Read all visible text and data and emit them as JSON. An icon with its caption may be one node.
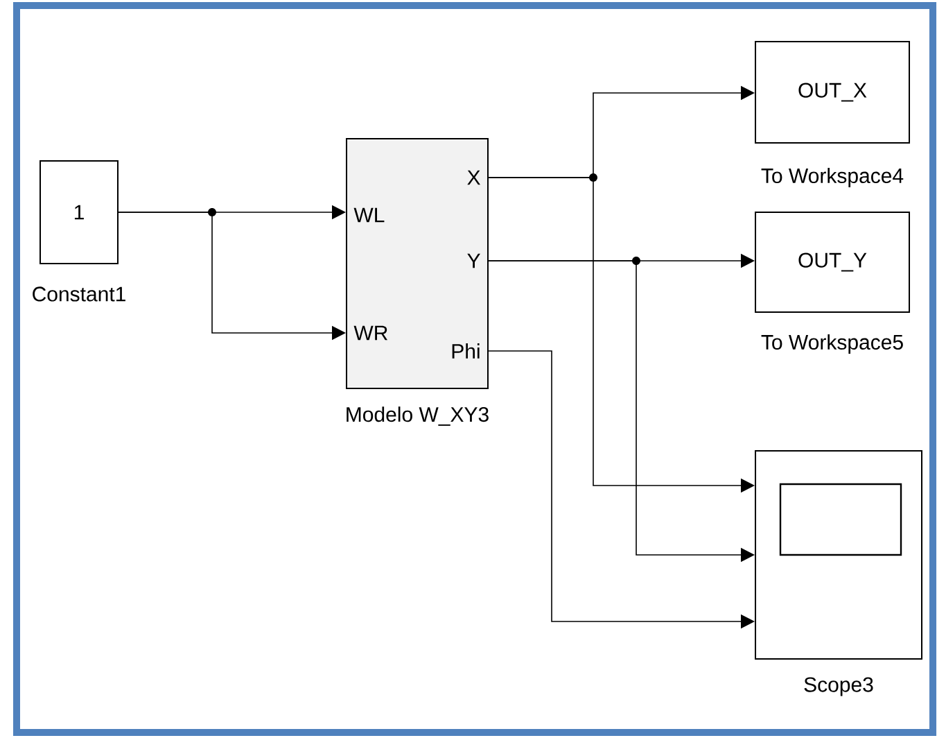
{
  "diagram": {
    "nodes": [
      {
        "text": [
          "1"
        ],
        "beside": [
          "Constant1"
        ]
      },
      {
        "text": [
          "WL",
          "WR",
          "X",
          "Y",
          "Phi"
        ],
        "beside": [
          "Modelo W_XY3"
        ]
      },
      {
        "text": [
          "OUT_X"
        ],
        "beside": [
          "To Workspace4"
        ]
      },
      {
        "text": [
          "OUT_Y"
        ],
        "beside": [
          "To Workspace5"
        ]
      },
      {
        "text": [],
        "shape": "box",
        "beside": [
          "Scope3"
        ]
      }
    ],
    "edges": [
      {
        "from": 0,
        "to": 1,
        "arrow": "to"
      },
      {
        "from": 0,
        "to": 1,
        "arrow": "to"
      },
      {
        "from": 1,
        "to": 2,
        "arrow": "to"
      },
      {
        "from": 1,
        "to": 3,
        "arrow": "to"
      },
      {
        "from": 1,
        "to": 4,
        "arrow": "to"
      },
      {
        "from": 1,
        "to": 4,
        "arrow": "to"
      },
      {
        "from": 1,
        "to": 4,
        "arrow": "to"
      }
    ]
  }
}
